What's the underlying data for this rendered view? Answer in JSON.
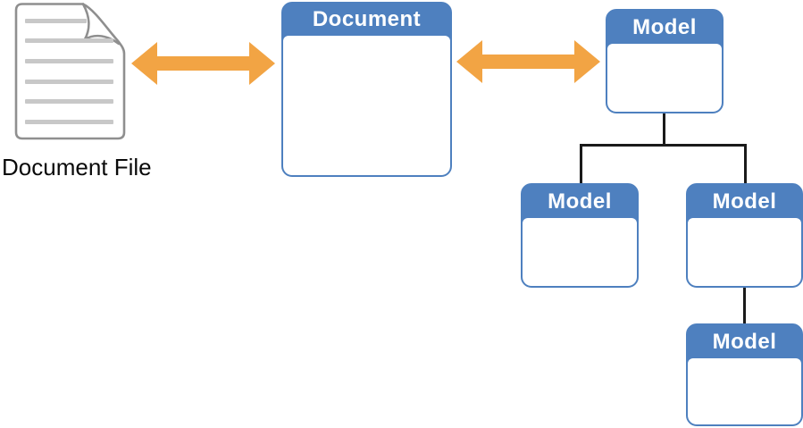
{
  "diagram": {
    "file": {
      "label": "Document File"
    },
    "boxes": [
      {
        "id": "document",
        "title": "Document"
      },
      {
        "id": "model-root",
        "title": "Model"
      },
      {
        "id": "model-child-left",
        "title": "Model"
      },
      {
        "id": "model-child-right",
        "title": "Model"
      },
      {
        "id": "model-grandchild",
        "title": "Model"
      }
    ],
    "colors": {
      "box_blue": "#4E80BF",
      "arrow_orange": "#F2A444",
      "connector_black": "#1A1A1A",
      "icon_border_gray": "#8F8F8F",
      "icon_line_gray": "#C8C8C8",
      "label_text": "#0A0A0A"
    }
  }
}
